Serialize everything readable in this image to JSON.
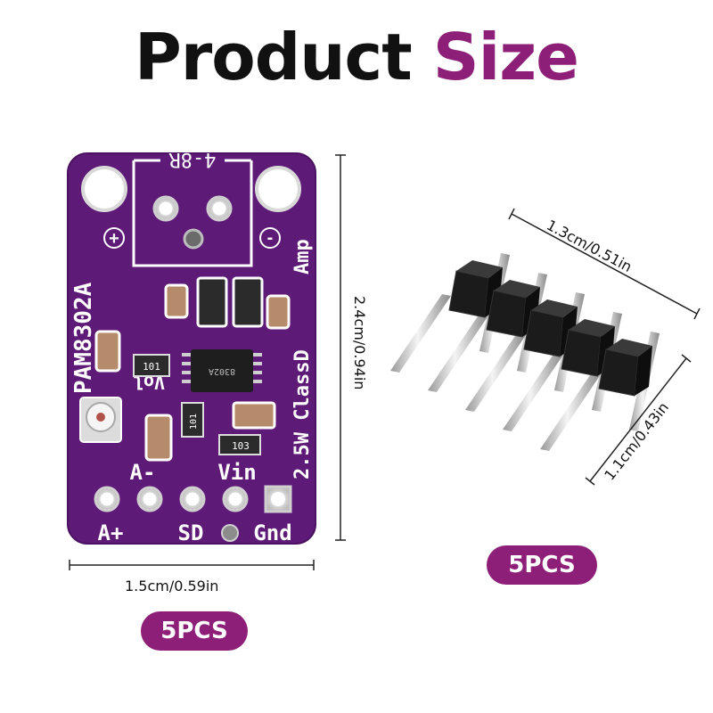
{
  "headline": {
    "word1": "Product",
    "word2": "Size"
  },
  "board": {
    "model": "PAM8302A",
    "speaker_label": "4-8R",
    "plus_mark": "+",
    "minus_mark": "-",
    "amp_label": "Amp",
    "class_label": "2.5W ClassD",
    "vol_label": "Vol",
    "chip_code": "8302A",
    "res_101a": "101",
    "res_101b": "101",
    "res_103": "103",
    "pins": {
      "a_minus": "A-",
      "vin": "Vin",
      "a_plus": "A+",
      "sd": "SD",
      "gnd": "Gnd"
    }
  },
  "dimensions": {
    "board_width": "1.5cm/0.59in",
    "board_height": "2.4cm/0.94in",
    "header_length": "1.3cm/0.51in",
    "header_height": "1.1cm/0.43in"
  },
  "badges": {
    "board_qty": "5PCS",
    "header_qty": "5PCS"
  },
  "colors": {
    "accent": "#8e1f78",
    "pcb": "#5e1a77",
    "text": "#111111"
  }
}
